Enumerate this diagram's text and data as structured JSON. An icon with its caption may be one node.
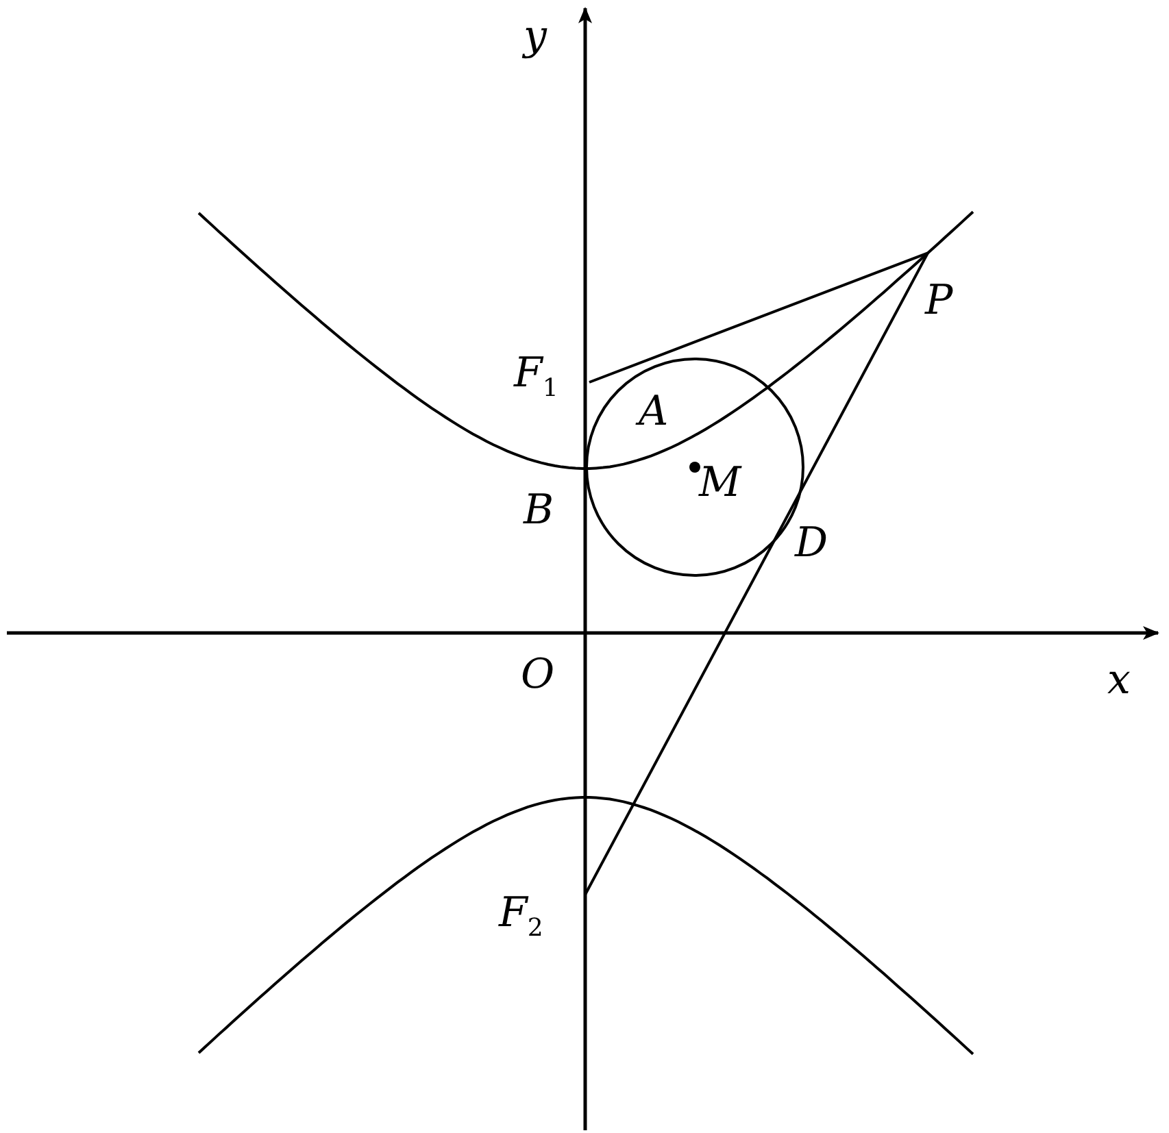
{
  "diagram": {
    "labels": [
      "y",
      "F$_{1}$",
      "A",
      "P",
      "M",
      "B",
      "D",
      "O",
      "x",
      "F$_{2}$"
    ]
  }
}
